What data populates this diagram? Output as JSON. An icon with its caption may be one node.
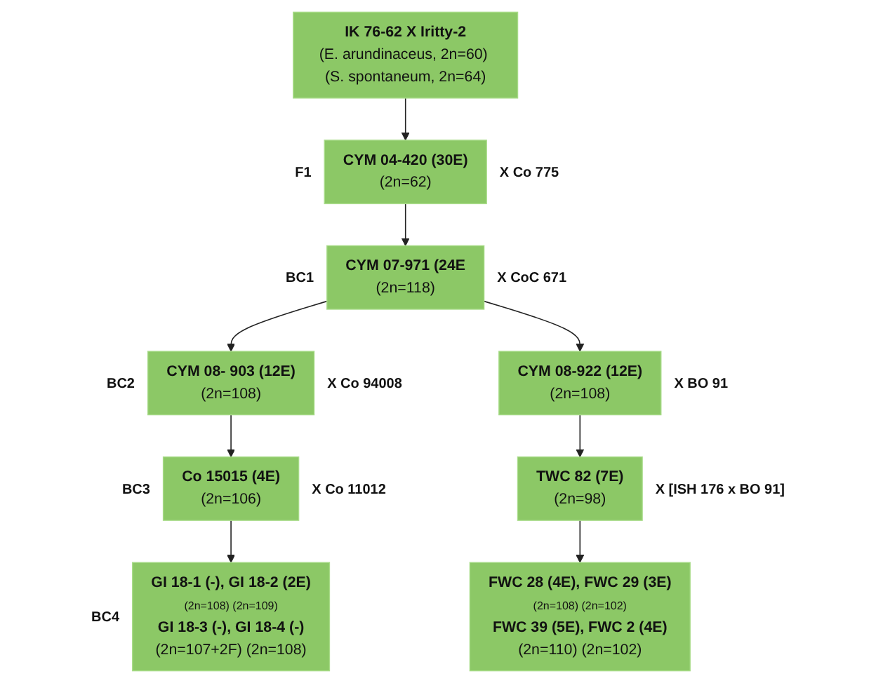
{
  "diagram": {
    "nodes": [
      {
        "text": [
          "IK 76-62 X Iritty-2",
          "(E. arundinaceus, 2n=60) (S. spontaneum, 2n=64)"
        ]
      },
      {
        "text": [
          "CYM 04-420 (30E)",
          "(2n=62)"
        ],
        "beside": [
          "F1",
          "X Co 775"
        ]
      },
      {
        "text": [
          "CYM 07-971 (24E",
          "(2n=118)"
        ],
        "beside": [
          "BC1",
          "X CoC 671"
        ]
      },
      {
        "text": [
          "CYM 08- 903 (12E)",
          "(2n=108)"
        ],
        "beside": [
          "BC2",
          "X Co 94008"
        ]
      },
      {
        "text": [
          "CYM 08-922 (12E)",
          "(2n=108)"
        ],
        "beside": [
          "X BO 91"
        ]
      },
      {
        "text": [
          "Co 15015 (4E)",
          "(2n=106)"
        ],
        "beside": [
          "BC3",
          "X Co 11012"
        ]
      },
      {
        "text": [
          "TWC 82 (7E)",
          "(2n=98)"
        ],
        "beside": [
          "X [ISH 176 x BO 91]"
        ]
      },
      {
        "text": [
          "GI 18-1 (-), GI 18-2 (2E)",
          "(2n=108) (2n=109)",
          "GI 18-3 (-), GI 18-4 (-)",
          "(2n=107+2F) (2n=108)"
        ],
        "beside": [
          "BC4"
        ]
      },
      {
        "text": [
          "FWC 28 (4E), FWC 29 (3E)",
          "(2n=108) (2n=102)",
          "FWC 39 (5E), FWC 2 (4E)",
          "(2n=110) (2n=102)"
        ]
      }
    ],
    "edges": [
      {
        "from": 0,
        "to": 1,
        "arrow": "to"
      },
      {
        "from": 1,
        "to": 2,
        "arrow": "to"
      },
      {
        "from": 2,
        "to": 3,
        "arrow": "to"
      },
      {
        "from": 2,
        "to": 4,
        "arrow": "to"
      },
      {
        "from": 3,
        "to": 5,
        "arrow": "to"
      },
      {
        "from": 4,
        "to": 6,
        "arrow": "to"
      },
      {
        "from": 5,
        "to": 7,
        "arrow": "to"
      },
      {
        "from": 6,
        "to": 8,
        "arrow": "to"
      }
    ]
  }
}
